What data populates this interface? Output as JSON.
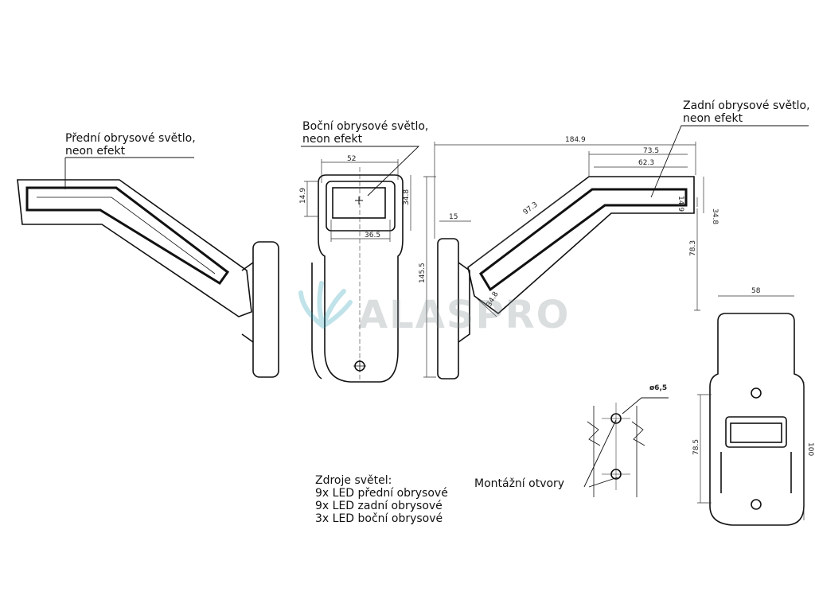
{
  "labels": {
    "front_line1": "Přední obrysové světlo,",
    "front_line2": "neon efekt",
    "side_line1": "Boční obrysové světlo,",
    "side_line2": "neon efekt",
    "rear_line1": "Zadní obrysové světlo,",
    "rear_line2": "neon efekt",
    "mounting": "Montážní otvory"
  },
  "sources": {
    "title": "Zdroje světel:",
    "items": [
      "9x LED přední obrysové",
      "9x LED zadní obrysové",
      "3x LED boční obrysové"
    ]
  },
  "dimensions": {
    "d52": "52",
    "d14_9": "14.9",
    "d34_8a": "34.8",
    "d36_5": "36.5",
    "d184_9": "184.9",
    "d73_5": "73.5",
    "d62_3": "62.3",
    "d97_3": "97.3",
    "d15": "15",
    "d145_5": "145.5",
    "d34_8b": "34.8",
    "d34_8c": "34.8",
    "d14_9b": "14.9",
    "d78_3": "78.3",
    "d58": "58",
    "d78_5": "78.5",
    "d100": "100",
    "phi6_5": "ø6,5"
  },
  "watermark": "ALASPRO"
}
